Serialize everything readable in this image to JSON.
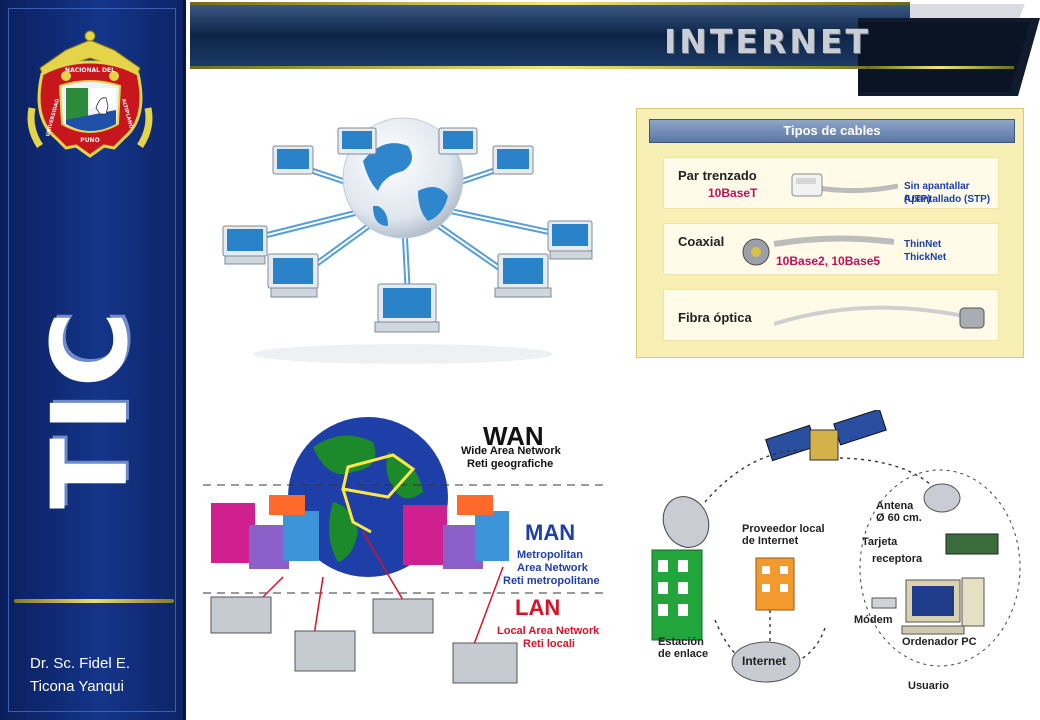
{
  "sidebar": {
    "emblem_top": "NACIONAL DEL",
    "emblem_left": "UNIVERSIDAD",
    "emblem_right": "ALTIPLANO",
    "emblem_bottom": "PUNO",
    "vertical_title": "TIC",
    "author_line1": "Dr. Sc. Fidel E.",
    "author_line2": "Ticona Yanqui"
  },
  "header": {
    "title": "INTERNET"
  },
  "cables": {
    "header": "Tipos de cables",
    "rows": [
      {
        "name": "Par trenzado",
        "standard": "10BaseT",
        "sub1": "Sin apantallar (UTP)",
        "sub2": "Apantallado (STP)"
      },
      {
        "name": "Coaxial",
        "standard": "10Base2, 10Base5",
        "sub1": "ThinNet",
        "sub2": "ThickNet"
      },
      {
        "name": "Fibra óptica"
      }
    ]
  },
  "wan_diagram": {
    "wan": {
      "title": "WAN",
      "line1": "Wide Area Network",
      "line2": "Reti geografiche"
    },
    "man": {
      "title": "MAN",
      "line1": "Metropolitan",
      "line2": "Area Network",
      "line3": "Reti metropolitane"
    },
    "lan": {
      "title": "LAN",
      "line1": "Local Area Network",
      "line2": "Reti locali"
    }
  },
  "satellite_diagram": {
    "antenna_1": "Antena",
    "antenna_2": "Ø 60 cm.",
    "provider_1": "Proveedor local",
    "provider_2": "de Internet",
    "card_1": "Tarjeta",
    "card_2": "receptora",
    "station_1": "Estación",
    "station_2": "de enlace",
    "internet": "Internet",
    "modem": "Módem",
    "pc": "Ordenador PC",
    "user": "Usuario"
  },
  "colors": {
    "sidebar": "#14358a",
    "banner": "#0b1e3f",
    "accent_gold": "#e6e06a",
    "cable_panel": "#f7efb4",
    "wan_blue": "#1f3fa8",
    "lan_red": "#d4142a"
  }
}
